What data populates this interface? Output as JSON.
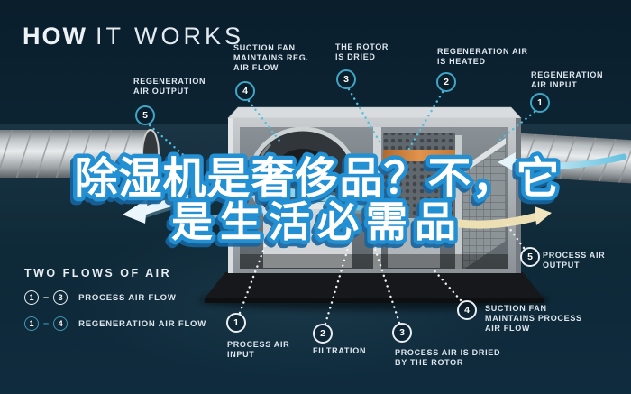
{
  "title": {
    "bold": "HOW",
    "light": "IT WORKS"
  },
  "overlay": {
    "line1": "除湿机是奢侈品？不，它",
    "line2": "是生活必需品"
  },
  "colors": {
    "accent_cyan": "#3fa6c6",
    "badge_white": "#e9eef2",
    "chinese_fill": "#ffffff",
    "chinese_outline": "#2190d2",
    "heater_orange": "#d98a3f",
    "output_beige": "#ecdfb4",
    "background_navy": "#0c2332"
  },
  "top_labels": [
    {
      "number": "5",
      "label": "REGENERATION AIR OUTPUT"
    },
    {
      "number": "4",
      "label": "SUCTION FAN MAINTAINS REG. AIR FLOW"
    },
    {
      "number": "3",
      "label": "THE ROTOR IS DRIED"
    },
    {
      "number": "2",
      "label": "REGENERATION AIR IS HEATED"
    },
    {
      "number": "1",
      "label": "REGENERATION AIR INPUT"
    }
  ],
  "bottom_labels": [
    {
      "number": "1",
      "label": "PROCESS AIR INPUT"
    },
    {
      "number": "2",
      "label": "FILTRATION"
    },
    {
      "number": "3",
      "label": "PROCESS AIR IS DRIED BY THE ROTOR"
    },
    {
      "number": "4",
      "label": "SUCTION FAN MAINTAINS PROCESS AIR FLOW"
    },
    {
      "number": "5",
      "label": "PROCESS AIR OUTPUT"
    }
  ],
  "legend": {
    "heading": "TWO FLOWS OF AIR",
    "rows": [
      {
        "from": "1",
        "dash": "–",
        "to": "3",
        "label": "PROCESS AIR FLOW"
      },
      {
        "from": "1",
        "dash": "–",
        "to": "4",
        "label": "REGENERATION AIR FLOW"
      }
    ]
  }
}
